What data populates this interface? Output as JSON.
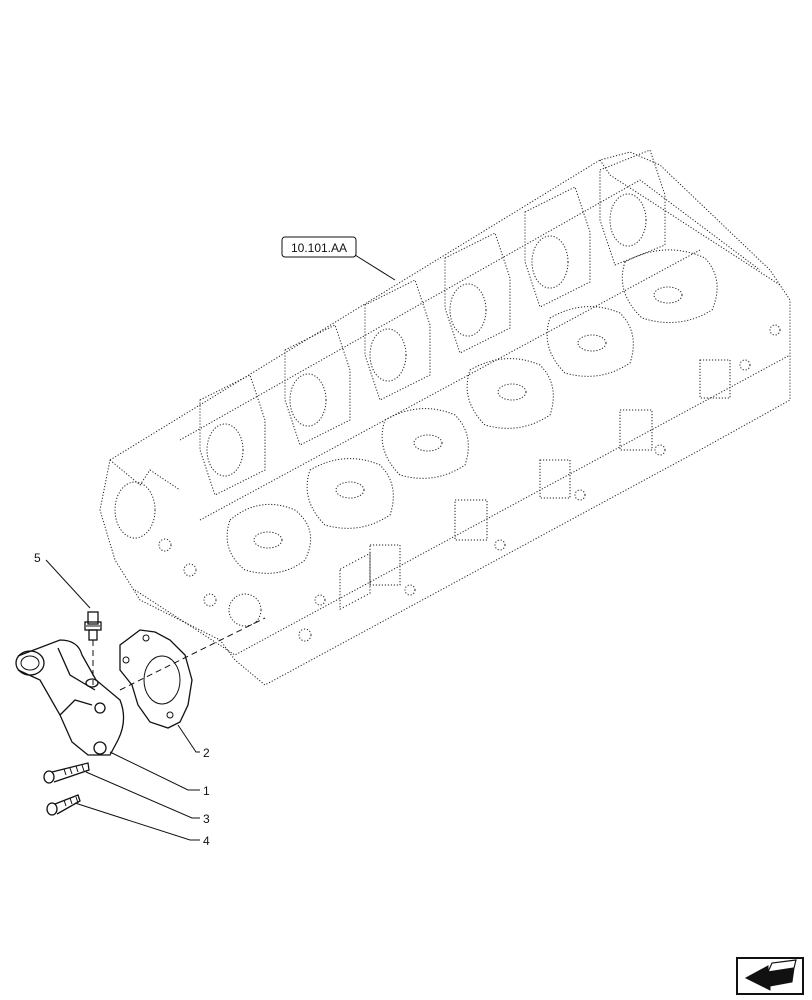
{
  "reference_box": {
    "text": "10.101.AA"
  },
  "callouts": {
    "c1": "1",
    "c2": "2",
    "c3": "3",
    "c4": "4",
    "c5": "5"
  },
  "nav_icon": {
    "name": "arrow-icon"
  }
}
